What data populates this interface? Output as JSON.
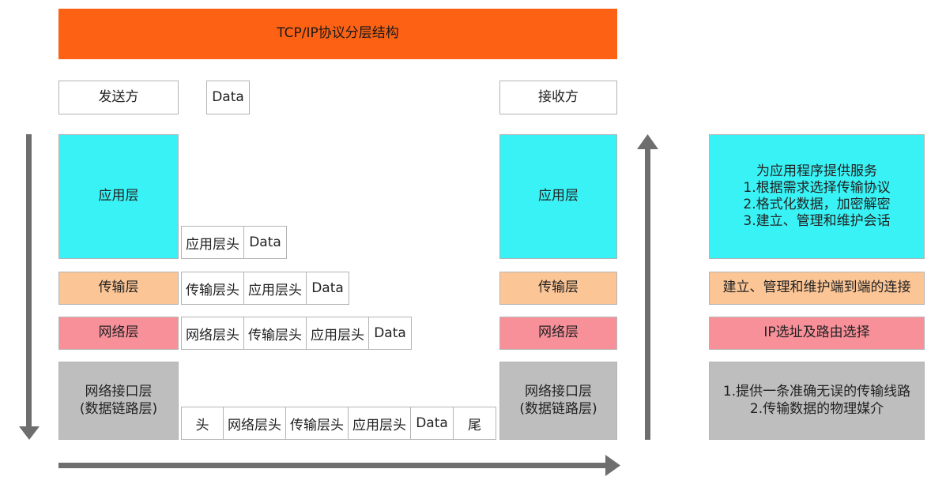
{
  "title": "TCP/IP协议分层结构",
  "sender": "发送方",
  "receiver": "接收方",
  "data_label": "Data",
  "layers": {
    "application": "应用层",
    "transport": "传输层",
    "network": "网络层",
    "link_line1": "网络接口层",
    "link_line2": "(数据链路层)"
  },
  "headers": {
    "app": "应用层头",
    "transport": "传输层头",
    "network": "网络层头",
    "frame_head": "头",
    "frame_tail": "尾"
  },
  "descriptions": {
    "application": [
      "为应用程序提供服务",
      "1.根据需求选择传输协议",
      "2.格式化数据，加密解密",
      "3.建立、管理和维护会话"
    ],
    "transport": "建立、管理和维护端到端的连接",
    "network": "IP选址及路由选择",
    "link": [
      "1.提供一条准确无误的传输线路",
      "2.传输数据的物理媒介"
    ]
  },
  "colors": {
    "title": "#fc6114",
    "application": "#39f2f5",
    "transport": "#fbc596",
    "network": "#f8909a",
    "link": "#bebebe",
    "arrow": "#6e6e6e"
  }
}
